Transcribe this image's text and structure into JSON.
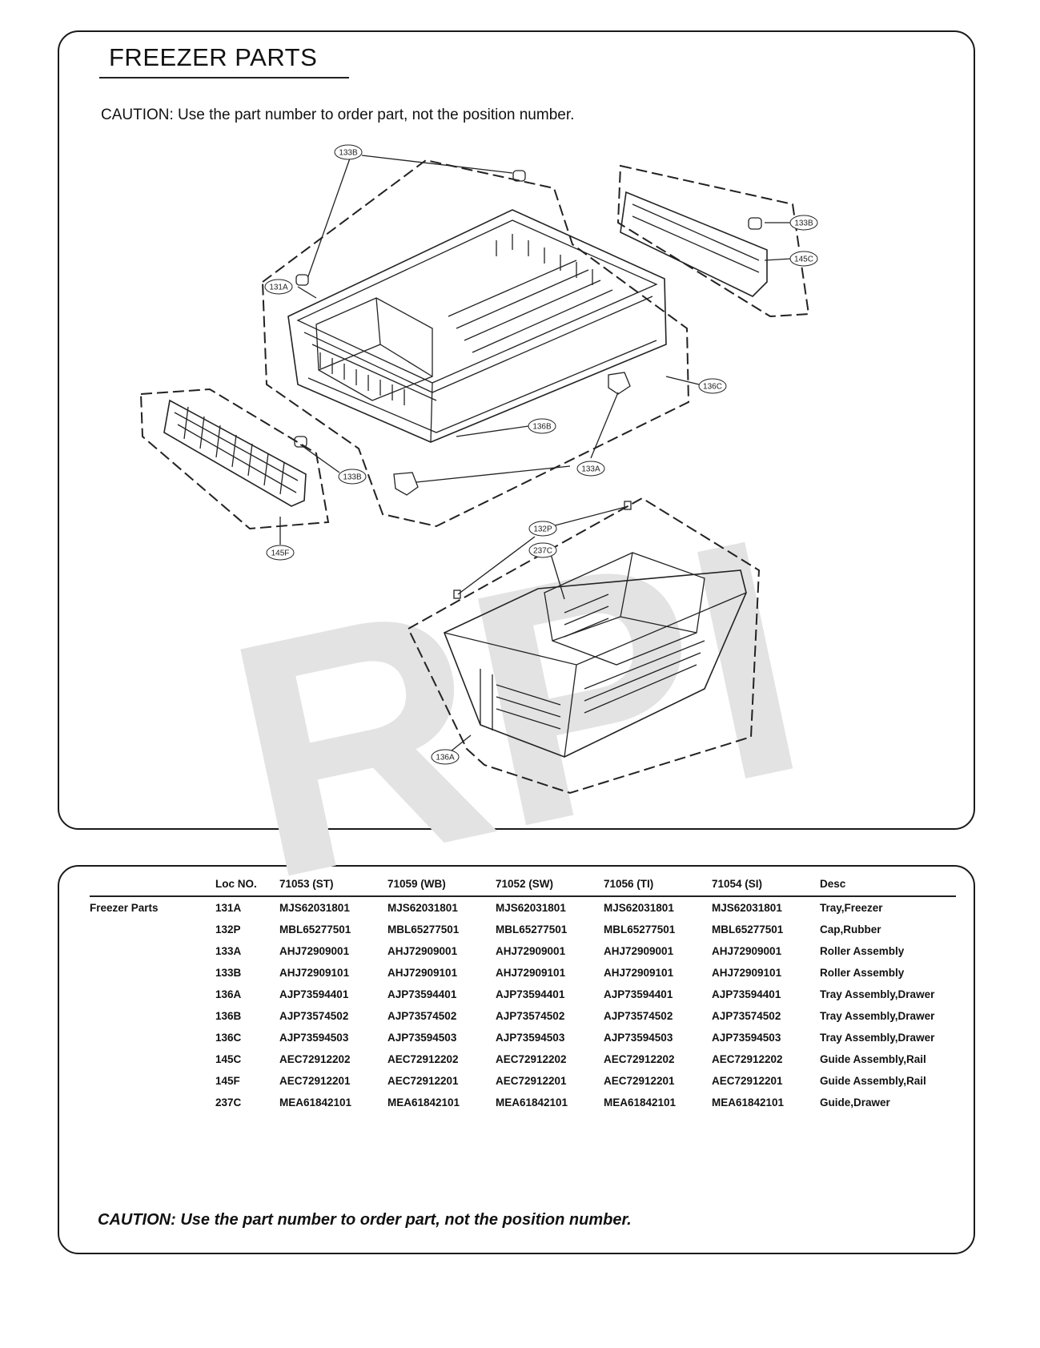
{
  "header": {
    "title": "FREEZER PARTS",
    "caution": "CAUTION: Use the part number to order part, not the position number."
  },
  "watermark": {
    "text": "RPI",
    "color": "#e3e3e3"
  },
  "callouts": [
    "133B",
    "133B",
    "131A",
    "145C",
    "136C",
    "136B",
    "133B",
    "133A",
    "145F",
    "132P",
    "237C",
    "136A"
  ],
  "table": {
    "headers": [
      "",
      "Loc NO.",
      "71053 (ST)",
      "71059 (WB)",
      "71052 (SW)",
      "71056 (TI)",
      "71054 (SI)",
      "Desc"
    ],
    "rows": [
      [
        "Freezer Parts",
        "131A",
        "MJS62031801",
        "MJS62031801",
        "MJS62031801",
        "MJS62031801",
        "MJS62031801",
        "Tray,Freezer"
      ],
      [
        "",
        "132P",
        "MBL65277501",
        "MBL65277501",
        "MBL65277501",
        "MBL65277501",
        "MBL65277501",
        "Cap,Rubber"
      ],
      [
        "",
        "133A",
        "AHJ72909001",
        "AHJ72909001",
        "AHJ72909001",
        "AHJ72909001",
        "AHJ72909001",
        "Roller Assembly"
      ],
      [
        "",
        "133B",
        "AHJ72909101",
        "AHJ72909101",
        "AHJ72909101",
        "AHJ72909101",
        "AHJ72909101",
        "Roller Assembly"
      ],
      [
        "",
        "136A",
        "AJP73594401",
        "AJP73594401",
        "AJP73594401",
        "AJP73594401",
        "AJP73594401",
        "Tray Assembly,Drawer"
      ],
      [
        "",
        "136B",
        "AJP73574502",
        "AJP73574502",
        "AJP73574502",
        "AJP73574502",
        "AJP73574502",
        "Tray Assembly,Drawer"
      ],
      [
        "",
        "136C",
        "AJP73594503",
        "AJP73594503",
        "AJP73594503",
        "AJP73594503",
        "AJP73594503",
        "Tray Assembly,Drawer"
      ],
      [
        "",
        "145C",
        "AEC72912202",
        "AEC72912202",
        "AEC72912202",
        "AEC72912202",
        "AEC72912202",
        "Guide Assembly,Rail"
      ],
      [
        "",
        "145F",
        "AEC72912201",
        "AEC72912201",
        "AEC72912201",
        "AEC72912201",
        "AEC72912201",
        "Guide Assembly,Rail"
      ],
      [
        "",
        "237C",
        "MEA61842101",
        "MEA61842101",
        "MEA61842101",
        "MEA61842101",
        "MEA61842101",
        "Guide,Drawer"
      ]
    ]
  },
  "footer": {
    "caution": "CAUTION: Use the part number to order part, not the position number."
  }
}
